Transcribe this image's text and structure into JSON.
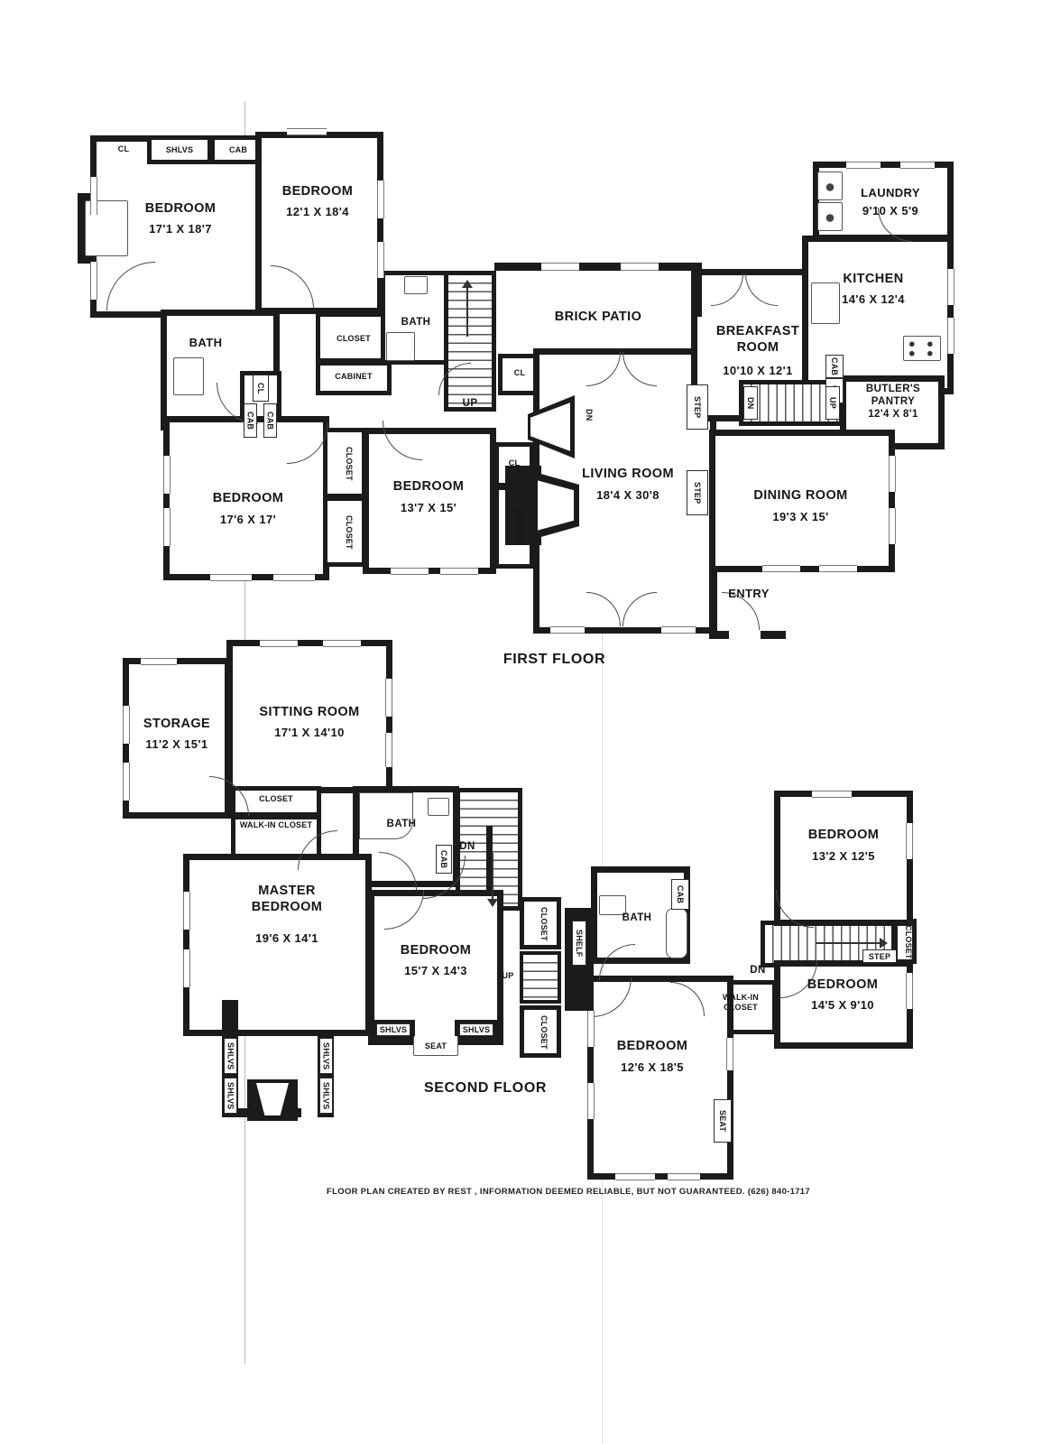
{
  "doc": {
    "type": "residential floor plan",
    "wall_color": "#1b1b1b",
    "bg_color": "#ffffff"
  },
  "f1": {
    "title": "FIRST FLOOR",
    "bedroom_nw": {
      "label": "BEDROOM",
      "dim": "17'1 X 18'7"
    },
    "bedroom_n": {
      "label": "BEDROOM",
      "dim": "12'1 X 18'4"
    },
    "bedroom_sw": {
      "label": "BEDROOM",
      "dim": "17'6 X 17'"
    },
    "bedroom_s": {
      "label": "BEDROOM",
      "dim": "13'7 X 15'"
    },
    "living": {
      "label": "LIVING ROOM",
      "dim": "18'4 X 30'8"
    },
    "dining": {
      "label": "DINING ROOM",
      "dim": "19'3 X 15'"
    },
    "kitchen": {
      "label": "KITCHEN",
      "dim": "14'6 X 12'4"
    },
    "laundry": {
      "label": "LAUNDRY",
      "dim": "9'10 X 5'9"
    },
    "breakfast": {
      "label": "BREAKFAST ROOM",
      "dim": "10'10 X 12'1"
    },
    "butlers": {
      "label": "BUTLER'S PANTRY",
      "dim": "12'4 X 8'1"
    },
    "brick_patio": "BRICK PATIO",
    "entry": "ENTRY",
    "bath": "BATH",
    "closet": "CLOSET",
    "cabinet": "CABINET",
    "cl": "CL",
    "cab": "CAB",
    "shlvs": "SHLVS",
    "up": "UP",
    "dn": "DN",
    "step": "STEP"
  },
  "f2": {
    "title": "SECOND FLOOR",
    "storage": {
      "label": "STORAGE",
      "dim": "11'2 X 15'1"
    },
    "sitting": {
      "label": "SITTING ROOM",
      "dim": "17'1 X 14'10"
    },
    "master": {
      "label": "MASTER BEDROOM",
      "dim": "19'6 X 14'1"
    },
    "bedroom_c": {
      "label": "BEDROOM",
      "dim": "15'7 X 14'3"
    },
    "bedroom_ne": {
      "label": "BEDROOM",
      "dim": "13'2 X 12'5"
    },
    "bedroom_e": {
      "label": "BEDROOM",
      "dim": "14'5 X 9'10"
    },
    "bedroom_s": {
      "label": "BEDROOM",
      "dim": "12'6 X 18'5"
    },
    "walk_in_closet": "WALK-IN CLOSET",
    "closet": "CLOSET",
    "bath": "BATH",
    "shelf": "SHELF",
    "shlvs": "SHLVS",
    "seat": "SEAT",
    "cab": "CAB",
    "step": "STEP",
    "up": "UP",
    "dn": "DN"
  },
  "footer": {
    "disclaimer": "FLOOR PLAN CREATED BY REST , INFORMATION DEEMED RELIABLE, BUT NOT GUARANTEED.  (626) 840-1717"
  }
}
